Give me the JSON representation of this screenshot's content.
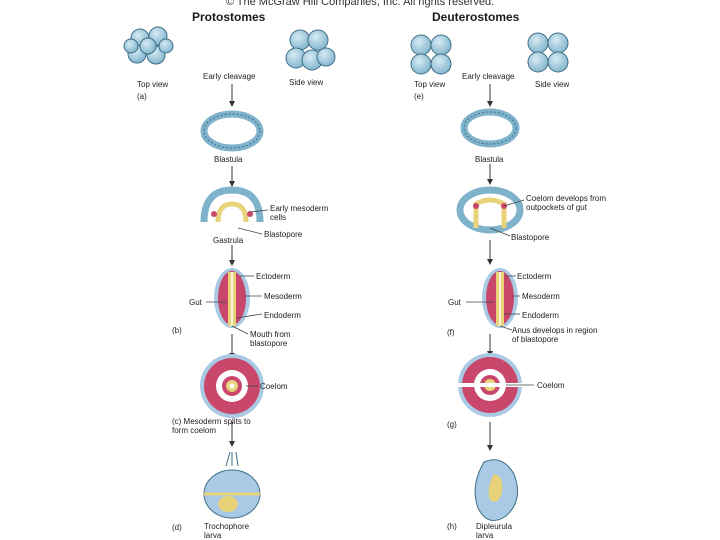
{
  "copyright": "© The McGraw Hill Companies, Inc. All rights reserved.",
  "headers": {
    "protostomes": "Protostomes",
    "deuterostomes": "Deuterostomes"
  },
  "proto": {
    "top_view": "Top view",
    "side_view": "Side view",
    "early_cleavage": "Early cleavage",
    "a": "(a)",
    "blastula": "Blastula",
    "early_mesoderm": "Early mesoderm cells",
    "blastopore": "Blastopore",
    "gastrula": "Gastrula",
    "ectoderm": "Ectoderm",
    "mesoderm": "Mesoderm",
    "gut": "Gut",
    "endoderm": "Endoderm",
    "b": "(b)",
    "mouth": "Mouth from blastopore",
    "coelom": "Coelom",
    "c": "(c) Mesoderm splits to form coelom",
    "d": "(d)",
    "larva": "Trochophore larva"
  },
  "deutero": {
    "top_view": "Top view",
    "side_view": "Side view",
    "early_cleavage": "Early cleavage",
    "e": "(e)",
    "blastula": "Blastula",
    "coelom_develops": "Coelom develops from outpockets of gut",
    "blastopore": "Blastopore",
    "ectoderm": "Ectoderm",
    "mesoderm": "Mesoderm",
    "gut": "Gut",
    "endoderm": "Endoderm",
    "f": "(f)",
    "anus": "Anus develops in region of blastopore",
    "coelom": "Coelom",
    "g": "(g)",
    "h": "(h)",
    "larva": "Dipleurula larva"
  },
  "colors": {
    "cell_blue": "#9cc8dc",
    "cell_edge": "#3f6f86",
    "mesoderm_red": "#c8476a",
    "endoderm_yellow": "#e8d27a",
    "ectoderm_blue": "#a9c9e4",
    "arrow": "#333333"
  }
}
